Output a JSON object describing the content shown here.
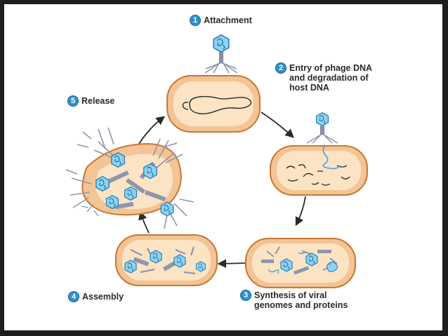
{
  "colors": {
    "cell_fill": "#f2c496",
    "cell_stroke": "#c9772f",
    "cell_inner": "#fbe3c4",
    "phage_grey": "#8f96ad",
    "phage_blue": "#3aa9de",
    "badge": "#2f8fce"
  },
  "steps": [
    {
      "number": "1",
      "label": "Attachment"
    },
    {
      "number": "2",
      "label": "Entry of phage DNA\nand degradation of\nhost DNA"
    },
    {
      "number": "3",
      "label": "Synthesis of viral\ngenomes and proteins"
    },
    {
      "number": "4",
      "label": "Assembly"
    },
    {
      "number": "5",
      "label": "Release"
    }
  ]
}
